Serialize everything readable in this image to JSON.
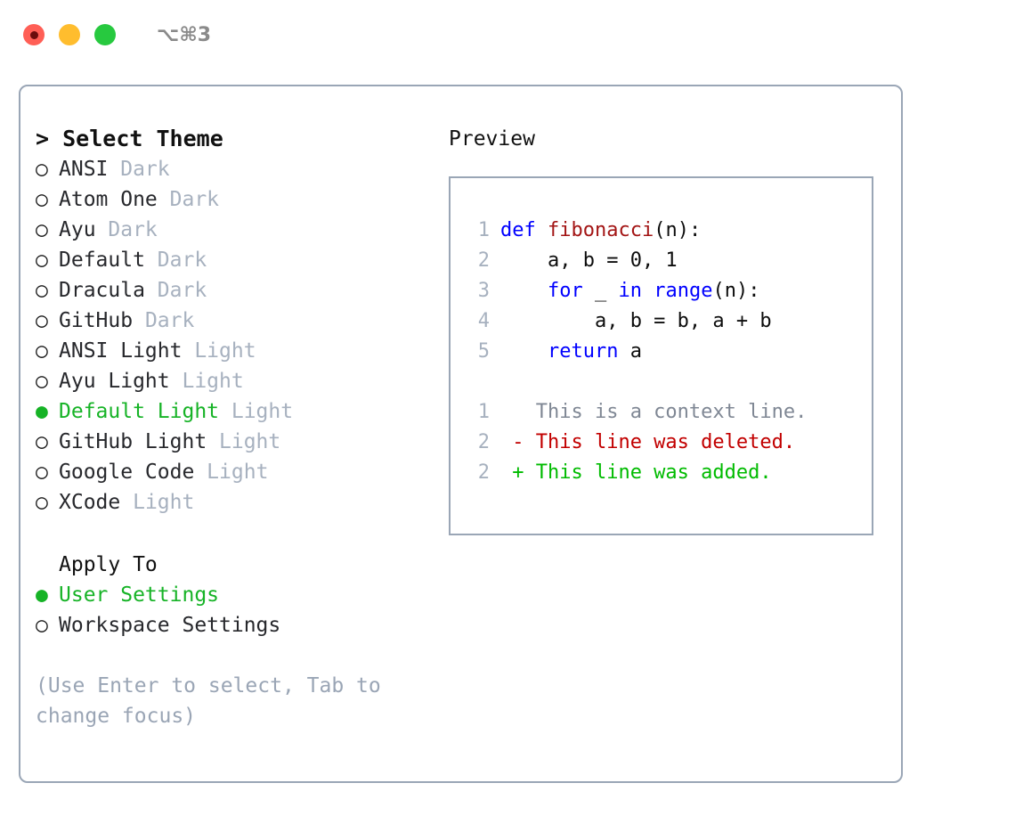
{
  "titlebar": {
    "shortcut": "⌥⌘3",
    "lights": [
      "close-light",
      "minimize-light",
      "zoom-light"
    ]
  },
  "theme_picker": {
    "heading_caret": ">",
    "heading": "Select Theme",
    "marker_on": "●",
    "marker_off": "○",
    "options": [
      {
        "name": "ANSI",
        "tag": "Dark",
        "selected": false
      },
      {
        "name": "Atom One",
        "tag": "Dark",
        "selected": false
      },
      {
        "name": "Ayu",
        "tag": "Dark",
        "selected": false
      },
      {
        "name": "Default",
        "tag": "Dark",
        "selected": false
      },
      {
        "name": "Dracula",
        "tag": "Dark",
        "selected": false
      },
      {
        "name": "GitHub",
        "tag": "Dark",
        "selected": false
      },
      {
        "name": "ANSI Light",
        "tag": "Light",
        "selected": false
      },
      {
        "name": "Ayu Light",
        "tag": "Light",
        "selected": false
      },
      {
        "name": "Default Light",
        "tag": "Light",
        "selected": true
      },
      {
        "name": "GitHub Light",
        "tag": "Light",
        "selected": false
      },
      {
        "name": "Google Code",
        "tag": "Light",
        "selected": false
      },
      {
        "name": "XCode",
        "tag": "Light",
        "selected": false
      }
    ]
  },
  "apply_to": {
    "heading": "Apply To",
    "options": [
      {
        "name": "User Settings",
        "selected": true
      },
      {
        "name": "Workspace Settings",
        "selected": false
      }
    ]
  },
  "hint": "(Use Enter to select, Tab to change focus)",
  "preview": {
    "label": "Preview",
    "code_lines": [
      {
        "number": "1",
        "tokens": [
          {
            "t": "def ",
            "c": "kw"
          },
          {
            "t": "fibonacci",
            "c": "fn"
          },
          {
            "t": "(n):",
            "c": "pl"
          }
        ]
      },
      {
        "number": "2",
        "tokens": [
          {
            "t": "    a, b = 0, 1",
            "c": "pl"
          }
        ]
      },
      {
        "number": "3",
        "tokens": [
          {
            "t": "    ",
            "c": "pl"
          },
          {
            "t": "for",
            "c": "kw"
          },
          {
            "t": " _ ",
            "c": "pl"
          },
          {
            "t": "in",
            "c": "kw"
          },
          {
            "t": " ",
            "c": "pl"
          },
          {
            "t": "range",
            "c": "kw"
          },
          {
            "t": "(n):",
            "c": "pl"
          }
        ]
      },
      {
        "number": "4",
        "tokens": [
          {
            "t": "        a, b = b, a + b",
            "c": "pl"
          }
        ]
      },
      {
        "number": "5",
        "tokens": [
          {
            "t": "    ",
            "c": "pl"
          },
          {
            "t": "return",
            "c": "kw"
          },
          {
            "t": " a",
            "c": "pl"
          }
        ]
      }
    ],
    "diff_lines": [
      {
        "number": "1",
        "sign": " ",
        "text": " This is a context line.",
        "kind": "diff-ctx"
      },
      {
        "number": "2",
        "sign": "-",
        "text": " This line was deleted.",
        "kind": "diff-del"
      },
      {
        "number": "2",
        "sign": "+",
        "text": " This line was added.",
        "kind": "diff-add"
      }
    ]
  },
  "colors": {
    "selected_green": "#16b326",
    "muted_blue_gray": "#a7b1bf",
    "border": "#9aa6b6",
    "keyword_blue": "#0000ff",
    "function_red": "#a31515",
    "diff_deleted": "#c20000",
    "diff_added": "#00bb00",
    "light_red": "#ff5f56",
    "light_amber": "#ffbd2e",
    "light_green": "#27c93f"
  }
}
